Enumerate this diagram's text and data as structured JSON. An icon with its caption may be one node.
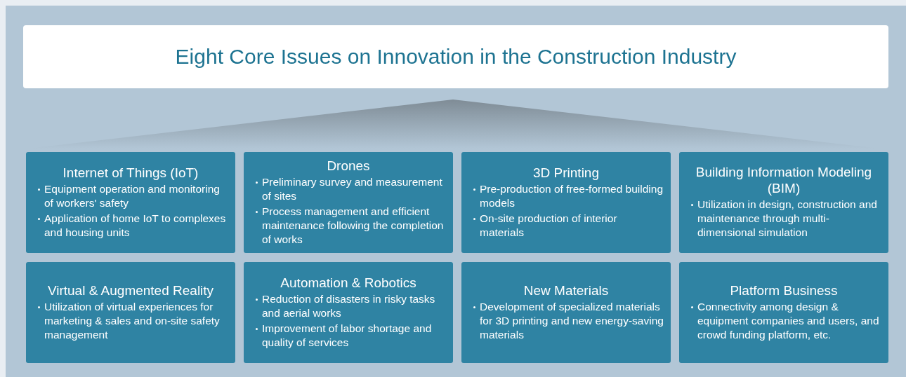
{
  "diagram": {
    "title": "Eight Core Issues on Innovation in the Construction Industry",
    "nodes": [
      {
        "text": [
          "Internet of Things (IoT)",
          "Equipment operation and monitoring of workers' safety",
          "Application of home IoT to complexes and housing units"
        ]
      },
      {
        "text": [
          "Drones",
          "Preliminary survey and measurement of sites",
          "Process management and efficient maintenance following the completion of works"
        ]
      },
      {
        "text": [
          "3D Printing",
          "Pre-production of free-formed building models",
          "On-site production of interior materials"
        ]
      },
      {
        "text": [
          "Building Information Modeling (BIM)",
          "Utilization in design, construction and maintenance through multi-dimensional simulation"
        ]
      },
      {
        "text": [
          "Virtual & Augmented Reality",
          "Utilization of virtual experiences for marketing & sales and on-site safety management"
        ]
      },
      {
        "text": [
          "Automation & Robotics",
          "Reduction of disasters in risky tasks and aerial works",
          "Improvement of labor shortage and quality of services"
        ]
      },
      {
        "text": [
          "New Materials",
          "Development of specialized materials for 3D printing and new energy-saving materials"
        ]
      },
      {
        "text": [
          "Platform Business",
          "Connectivity among design & equipment companies and users, and crowd funding platform, etc."
        ]
      }
    ],
    "edges": []
  }
}
